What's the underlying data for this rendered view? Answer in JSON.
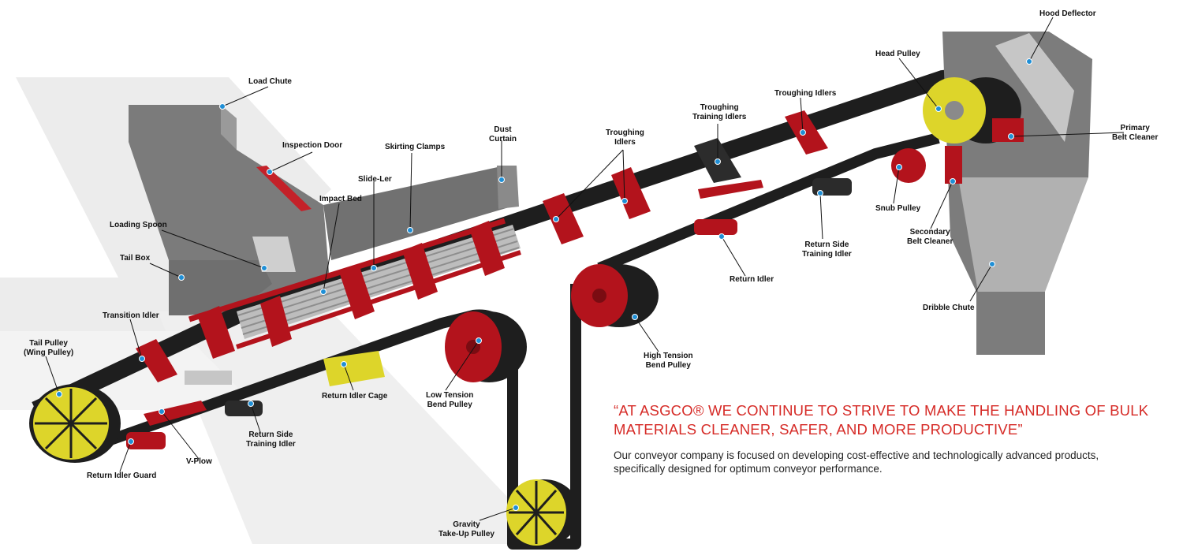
{
  "labels": {
    "hood_deflector": "Hood Deflector",
    "head_pulley": "Head Pulley",
    "primary_belt_cleaner": "Primary\nBelt Cleaner",
    "secondary_belt_cleaner": "Secondary\nBelt Cleaner",
    "snub_pulley": "Snub Pulley",
    "dribble_chute": "Dribble Chute",
    "troughing_idlers_right": "Troughing Idlers",
    "troughing_training_idlers": "Troughing\nTraining Idlers",
    "troughing_idlers_mid": "Troughing\nIdlers",
    "return_side_training_idler_right": "Return Side\nTraining Idler",
    "return_idler": "Return Idler",
    "high_tension_bend_pulley": "High Tension\nBend Pulley",
    "low_tension_bend_pulley": "Low Tension\nBend Pulley",
    "gravity_take_up_pulley": "Gravity\nTake-Up Pulley",
    "dust_curtain": "Dust\nCurtain",
    "skirting_clamps": "Skirting Clamps",
    "slide_ler": "Slide-Ler",
    "impact_bed": "Impact Bed",
    "inspection_door": "Inspection Door",
    "load_chute": "Load Chute",
    "loading_spoon": "Loading Spoon",
    "tail_box": "Tail Box",
    "transition_idler": "Transition Idler",
    "tail_pulley": "Tail Pulley\n(Wing Pulley)",
    "return_idler_cage": "Return Idler Cage",
    "return_side_training_idler_left": "Return Side\nTraining Idler",
    "v_plow": "V-Plow",
    "return_idler_guard": "Return Idler Guard"
  },
  "quote": "“AT ASGCO® WE CONTINUE TO STRIVE TO MAKE THE HANDLING OF BULK MATERIALS CLEANER, SAFER, AND MORE PRODUCTIVE”",
  "body": "Our conveyor company is focused on developing cost-effective and technologically advanced products, specifically designed for optimum conveyor performance.",
  "colors": {
    "belt": "#1e1e1e",
    "frame_red": "#b3131c",
    "pulley_yellow": "#ddd52a",
    "chute_gray": "#7c7c7c",
    "marker_blue": "#1f8fd6",
    "accent_red": "#d62b27"
  }
}
